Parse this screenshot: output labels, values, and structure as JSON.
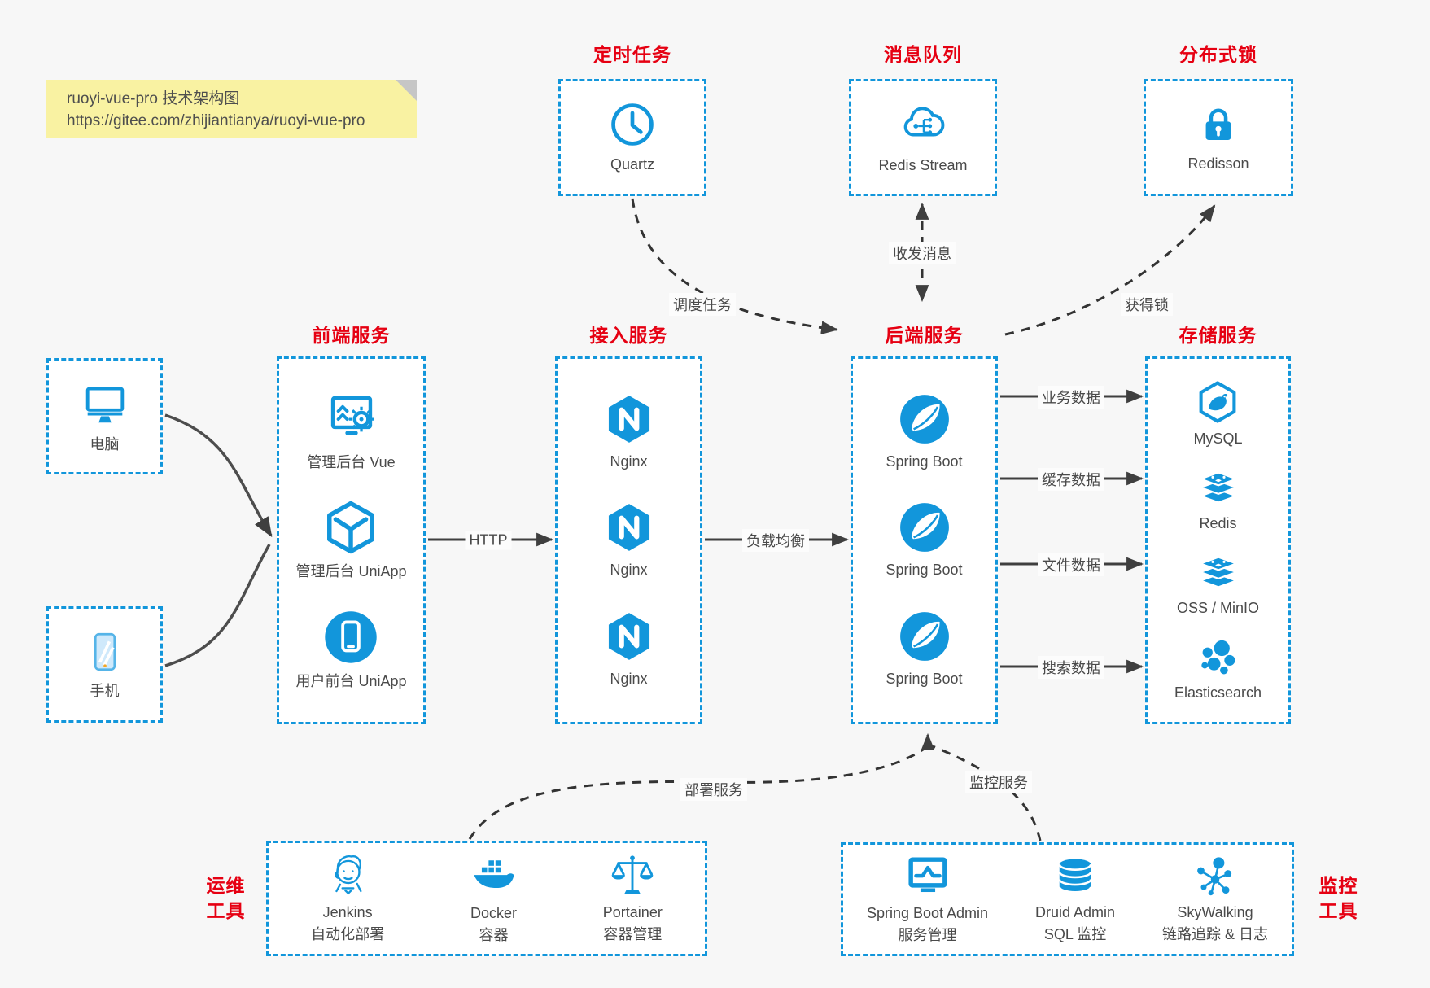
{
  "sticky_note": {
    "line1": "ruoyi-vue-pro 技术架构图",
    "line2": "https://gitee.com/zhijiantianya/ruoyi-vue-pro"
  },
  "colors": {
    "accent_blue": "#1296db",
    "title_red": "#e60012",
    "note_yellow": "#f9f2a2",
    "arrow_dark": "#3f3f3f",
    "label_gray": "#4a4a4a",
    "page_bg": "#f7f7f7"
  },
  "top_groups": [
    {
      "title": "定时任务",
      "item": {
        "icon": "clock-icon",
        "label": "Quartz"
      }
    },
    {
      "title": "消息队列",
      "item": {
        "icon": "cloud-stream-icon",
        "label": "Redis Stream"
      }
    },
    {
      "title": "分布式锁",
      "item": {
        "icon": "lock-icon",
        "label": "Redisson"
      }
    }
  ],
  "devices": [
    {
      "icon": "desktop-icon",
      "label": "电脑"
    },
    {
      "icon": "smartphone-icon",
      "label": "手机"
    }
  ],
  "columns": [
    {
      "title": "前端服务",
      "items": [
        {
          "icon": "admin-vue-icon",
          "label": "管理后台 Vue"
        },
        {
          "icon": "uniapp-cube-icon",
          "label": "管理后台 UniApp"
        },
        {
          "icon": "user-app-icon",
          "label": "用户前台 UniApp"
        }
      ]
    },
    {
      "title": "接入服务",
      "items": [
        {
          "icon": "nginx-icon",
          "label": "Nginx"
        },
        {
          "icon": "nginx-icon",
          "label": "Nginx"
        },
        {
          "icon": "nginx-icon",
          "label": "Nginx"
        }
      ]
    },
    {
      "title": "后端服务",
      "items": [
        {
          "icon": "spring-icon",
          "label": "Spring Boot"
        },
        {
          "icon": "spring-icon",
          "label": "Spring Boot"
        },
        {
          "icon": "spring-icon",
          "label": "Spring Boot"
        }
      ]
    },
    {
      "title": "存储服务",
      "items": [
        {
          "icon": "mysql-icon",
          "label": "MySQL"
        },
        {
          "icon": "redis-icon",
          "label": "Redis"
        },
        {
          "icon": "redis-icon",
          "label": "OSS / MinIO"
        },
        {
          "icon": "elasticsearch-icon",
          "label": "Elasticsearch"
        }
      ]
    }
  ],
  "bottom_groups": [
    {
      "title_line1": "运维",
      "title_line2": "工具",
      "items": [
        {
          "icon": "jenkins-icon",
          "label": "Jenkins",
          "sublabel": "自动化部署"
        },
        {
          "icon": "docker-icon",
          "label": "Docker",
          "sublabel": "容器"
        },
        {
          "icon": "portainer-icon",
          "label": "Portainer",
          "sublabel": "容器管理"
        }
      ]
    },
    {
      "title_line1": "监控",
      "title_line2": "工具",
      "items": [
        {
          "icon": "sba-icon",
          "label": "Spring Boot Admin",
          "sublabel": "服务管理"
        },
        {
          "icon": "druid-icon",
          "label": "Druid Admin",
          "sublabel": "SQL 监控"
        },
        {
          "icon": "skywalking-icon",
          "label": "SkyWalking",
          "sublabel": "链路追踪 & 日志"
        }
      ]
    }
  ],
  "edges": {
    "http": "HTTP",
    "load_balance": "负载均衡",
    "business_data": "业务数据",
    "cache_data": "缓存数据",
    "file_data": "文件数据",
    "search_data": "搜索数据",
    "schedule_task": "调度任务",
    "send_receive_msg": "收发消息",
    "acquire_lock": "获得锁",
    "deploy_service": "部署服务",
    "monitor_service": "监控服务"
  }
}
